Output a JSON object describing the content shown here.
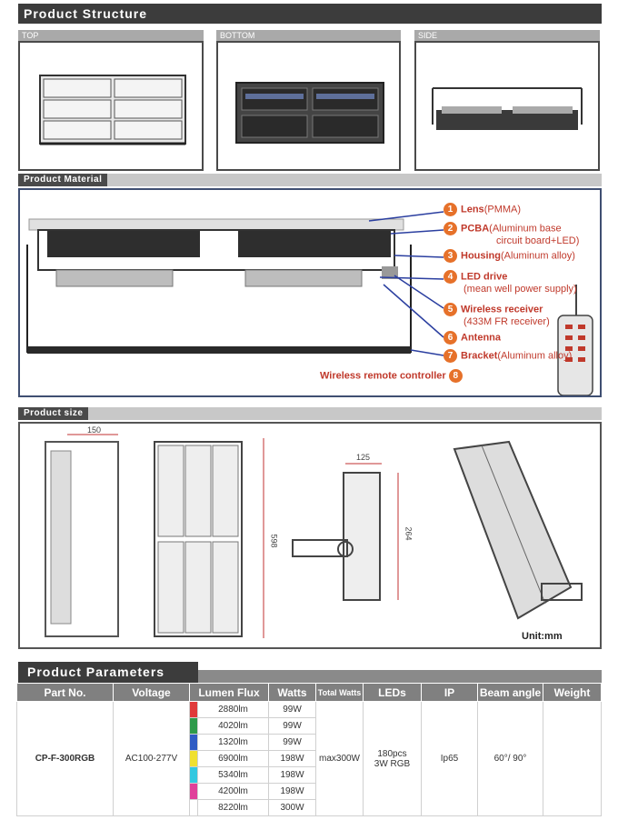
{
  "structure": {
    "title": "Product Structure",
    "views": [
      {
        "label": "TOP"
      },
      {
        "label": "BOTTOM"
      },
      {
        "label": "SIDE"
      }
    ]
  },
  "material": {
    "title": "Product Material",
    "items": [
      {
        "num": "1",
        "name": "Lens",
        "detail": "(PMMA)"
      },
      {
        "num": "2",
        "name": "PCBA",
        "detail": "(Aluminum base",
        "detail2": "circuit board+LED)"
      },
      {
        "num": "3",
        "name": "Housing",
        "detail": "(Aluminum alloy)"
      },
      {
        "num": "4",
        "name": "LED drive",
        "detail": "",
        "detail2": "(mean well power supply)"
      },
      {
        "num": "5",
        "name": "Wireless receiver",
        "detail": "",
        "detail2": "(433M FR receiver)"
      },
      {
        "num": "6",
        "name": "Antenna",
        "detail": ""
      },
      {
        "num": "7",
        "name": "Bracket",
        "detail": "(Aluminum alloy)"
      }
    ],
    "remote": {
      "name": "Wireless remote controller",
      "num": "8"
    }
  },
  "size": {
    "title": "Product size",
    "dims": {
      "width_a": "150",
      "height_a": "598",
      "width_b": "125",
      "height_b": "264"
    },
    "unit": "Unit:mm"
  },
  "params": {
    "title": "Product Parameters",
    "headers": [
      "Part No.",
      "Voltage",
      "Lumen Flux",
      "Watts",
      "Total Watts",
      "LEDs",
      "IP",
      "Beam angle",
      "Weight"
    ],
    "part_no": "CP-F-300RGB",
    "voltage": "AC100-277V",
    "total_watts": "max300W",
    "leds": "180pcs",
    "leds2": "3W RGB",
    "ip": "Ip65",
    "beam": "60°/ 90°",
    "weight": "",
    "rows": [
      {
        "color": "#e03a3a",
        "lumen": "2880lm",
        "watts": "99W"
      },
      {
        "color": "#2e9a4a",
        "lumen": "4020lm",
        "watts": "99W"
      },
      {
        "color": "#2f5cc4",
        "lumen": "1320lm",
        "watts": "99W"
      },
      {
        "color": "#f0e030",
        "lumen": "6900lm",
        "watts": "198W"
      },
      {
        "color": "#32c8e0",
        "lumen": "5340lm",
        "watts": "198W"
      },
      {
        "color": "#e0409a",
        "lumen": "4200lm",
        "watts": "198W"
      },
      {
        "color": "#ffffff",
        "lumen": "8220lm",
        "watts": "300W"
      }
    ]
  }
}
